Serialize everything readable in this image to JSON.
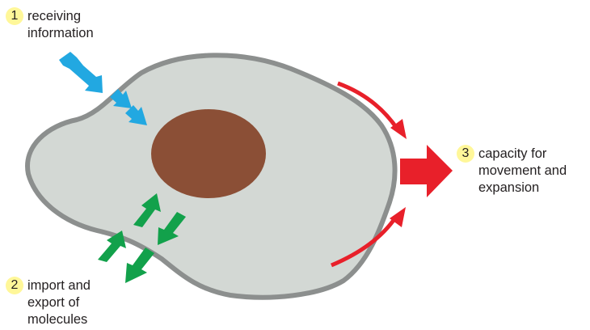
{
  "colors": {
    "cell_fill": "#d3d8d4",
    "cell_outline": "#8c8f8e",
    "nucleus": "#8b4f36",
    "signal_arrows": "#22a8e1",
    "transport_arrows": "#12a14b",
    "movement_arrows": "#e8202a",
    "number_badge": "#fff799"
  },
  "callouts": [
    {
      "number": "1",
      "lines": [
        "receiving",
        "information"
      ],
      "icon": "blue-signal-arrows"
    },
    {
      "number": "2",
      "lines": [
        "import and",
        "export of",
        "molecules"
      ],
      "icon": "green-transport-arrows"
    },
    {
      "number": "3",
      "lines": [
        "capacity for",
        "movement and",
        "expansion"
      ],
      "icon": "red-movement-arrows"
    }
  ]
}
